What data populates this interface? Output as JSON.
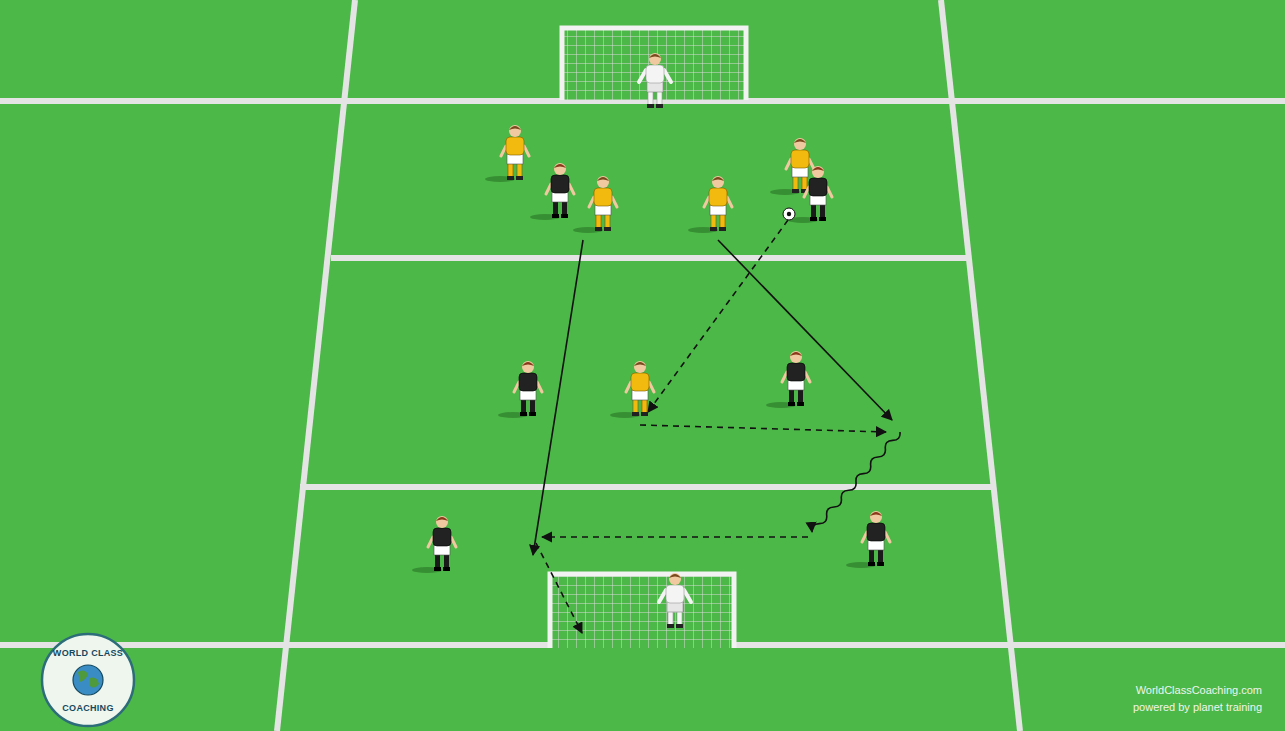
{
  "diagram": {
    "labels": [
      "WORLD CLASS",
      "COACHING",
      "WorldClassCoaching.com",
      "powered by planet training"
    ]
  }
}
